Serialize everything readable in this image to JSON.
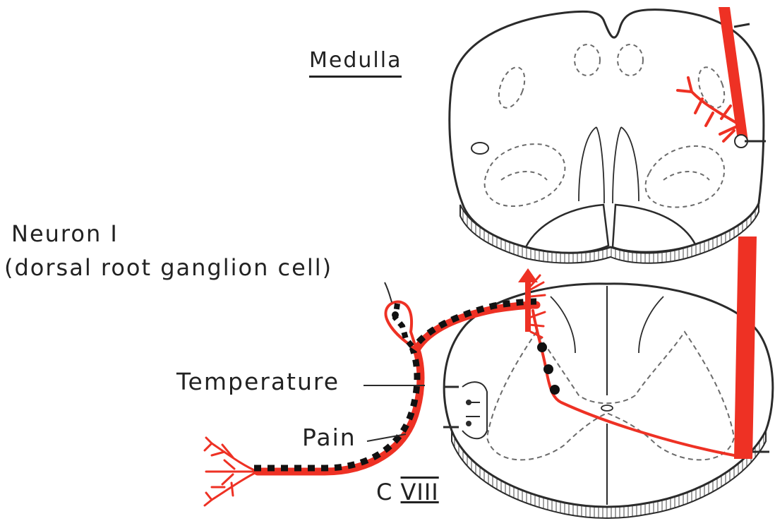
{
  "labels": {
    "medulla": "Medulla",
    "neuron": "Neuron I",
    "neuron_sub": "(dorsal root ganglion cell)",
    "temperature": "Temperature",
    "pain": "Pain",
    "segment_prefix": "C",
    "segment_numeral": "VIII"
  },
  "colors": {
    "pathway": "#ee3124",
    "outline": "#2b2b2b",
    "dashed_nuclei": "#6b6b6b",
    "pain_marker": "#111111"
  }
}
